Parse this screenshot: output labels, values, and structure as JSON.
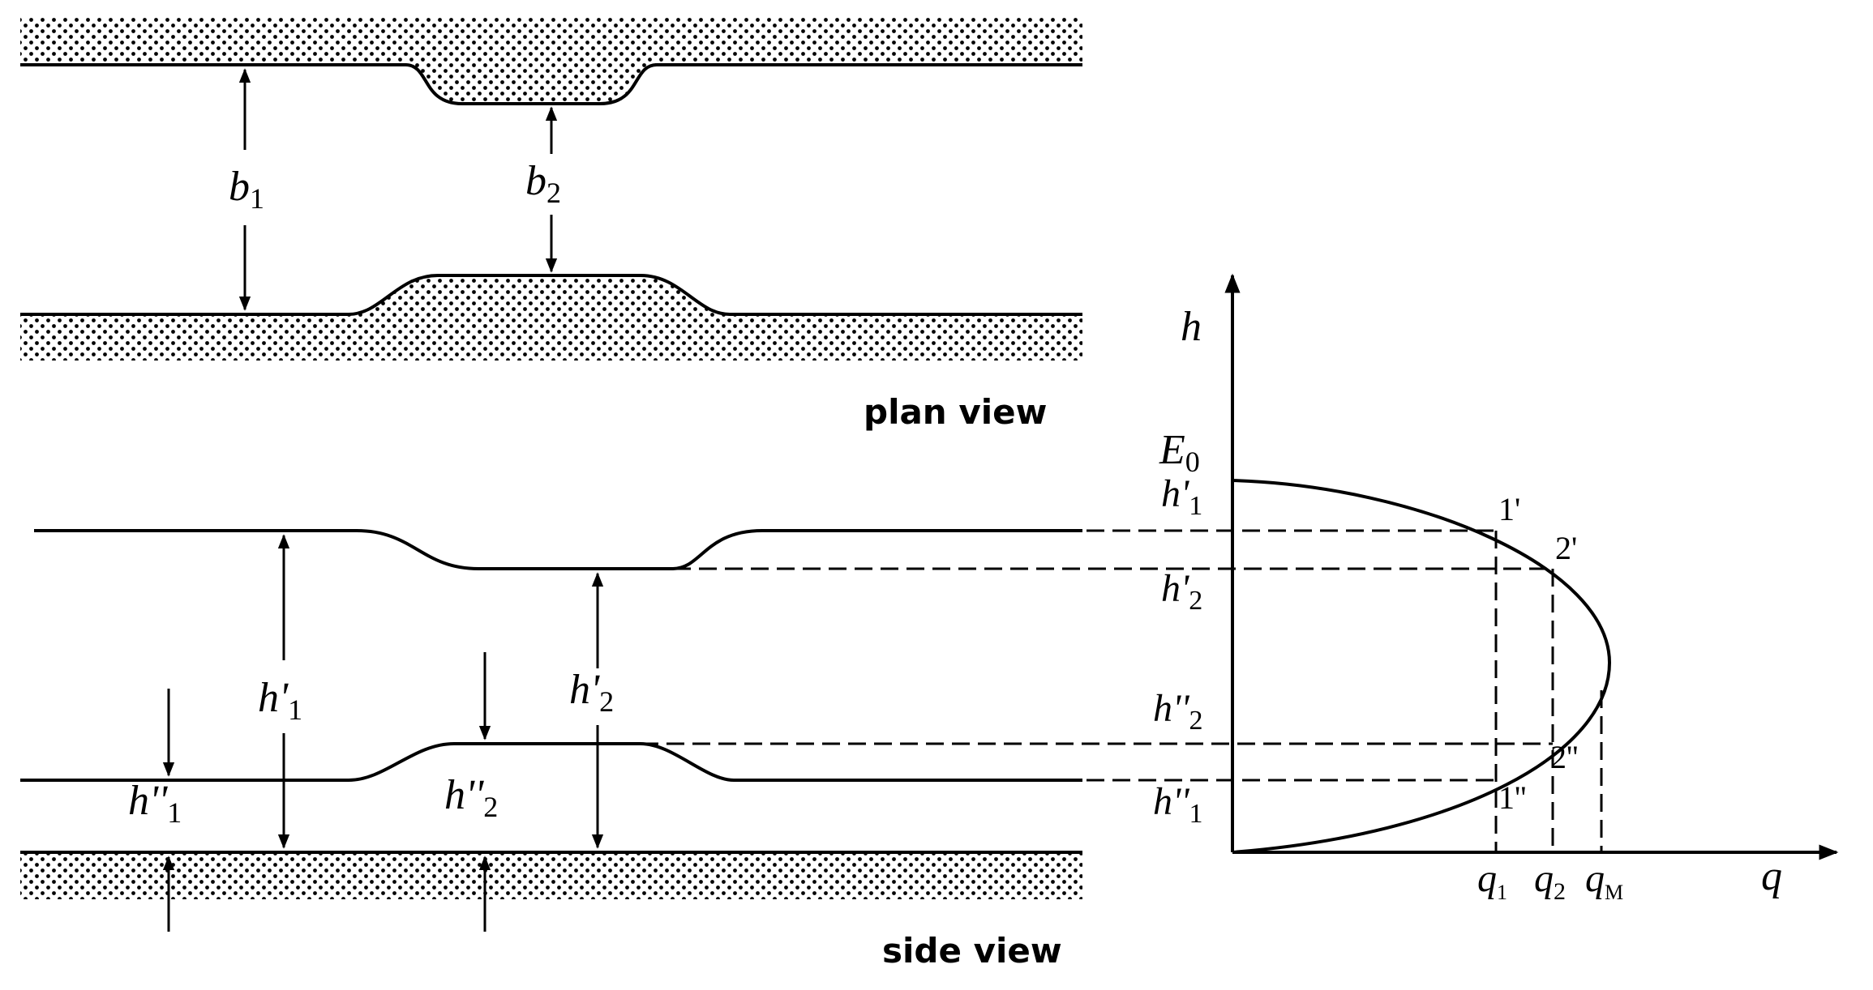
{
  "plan_view": {
    "caption": "plan view",
    "width_labels": {
      "b1": {
        "main": "b",
        "sub": "1"
      },
      "b2": {
        "main": "b",
        "sub": "2"
      }
    }
  },
  "side_view": {
    "caption": "side view",
    "depth_labels": {
      "h1_prime": {
        "main": "h'",
        "sub": "1"
      },
      "h2_prime": {
        "main": "h'",
        "sub": "2"
      },
      "h1_dprime": {
        "main": "h''",
        "sub": "1"
      },
      "h2_dprime": {
        "main": "h''",
        "sub": "2"
      }
    }
  },
  "graph": {
    "y_axis_label": "h",
    "x_axis_label": "q",
    "e0": {
      "main": "E",
      "sub": "0"
    },
    "y_ticks": {
      "h1_prime": {
        "main": "h'",
        "sub": "1"
      },
      "h2_prime": {
        "main": "h'",
        "sub": "2"
      },
      "h2_dprime": {
        "main": "h''",
        "sub": "2"
      },
      "h1_dprime": {
        "main": "h''",
        "sub": "1"
      }
    },
    "x_ticks": {
      "q1": {
        "main": "q",
        "sub": "1"
      },
      "q2": {
        "main": "q",
        "sub": "2"
      },
      "qM": {
        "main": "q",
        "sub": "M"
      }
    },
    "points": {
      "p1_prime": "1'",
      "p2_prime": "2'",
      "p2_dprime": "2''",
      "p1_dprime": "1''"
    }
  },
  "colors": {
    "ink": "#000000",
    "background": "#ffffff"
  }
}
